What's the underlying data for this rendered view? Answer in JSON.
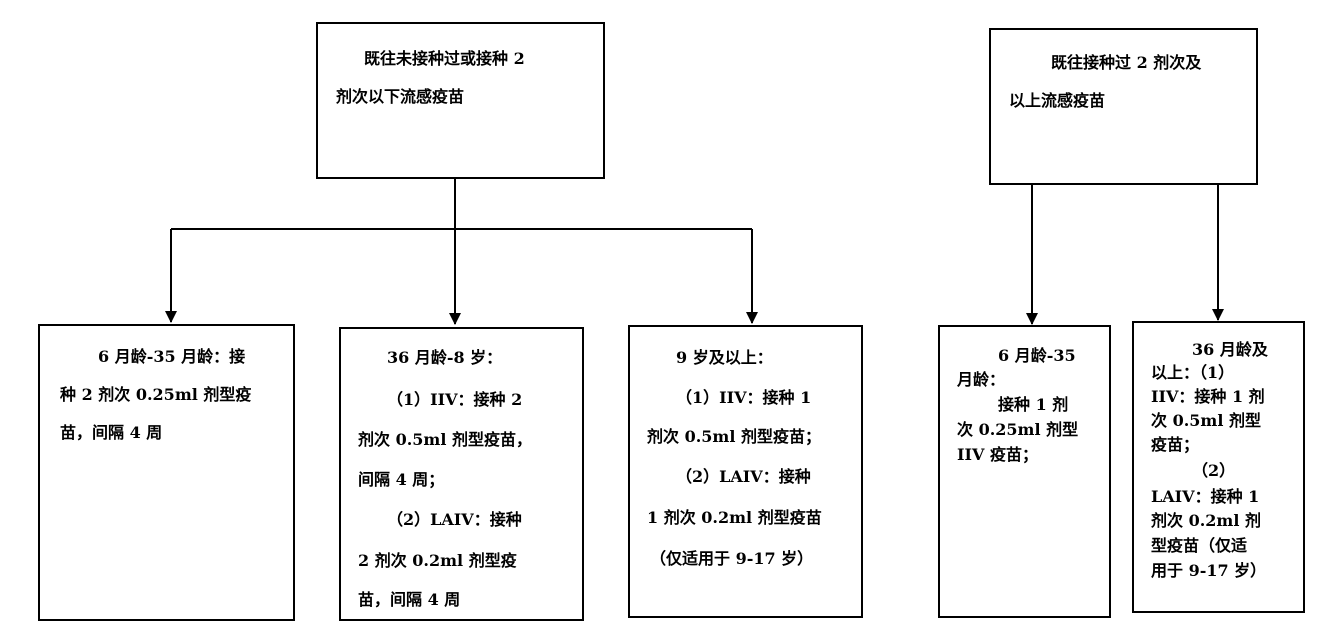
{
  "diagram": {
    "left_root": {
      "lines": [
        "既往未接种过或接种 2",
        "剂次以下流感疫苗"
      ]
    },
    "right_root": {
      "lines": [
        "既往接种过 2 剂次及",
        "以上流感疫苗"
      ]
    },
    "left_children": [
      {
        "lines": [
          "6 月龄-35 月龄：接",
          "种 2 剂次 0.25ml 剂型疫",
          "苗，间隔 4 周"
        ]
      },
      {
        "lines": [
          "36 月龄-8 岁：",
          "（1）IIV：接种 2",
          "剂次 0.5ml 剂型疫苗，",
          "间隔 4 周；",
          "（2）LAIV：接种",
          "2 剂次 0.2ml 剂型疫",
          "苗，间隔 4 周"
        ]
      },
      {
        "lines": [
          "9 岁及以上：",
          "（1）IIV：接种 1",
          "剂次 0.5ml 剂型疫苗；",
          "（2）LAIV：接种",
          "1 剂次 0.2ml 剂型疫苗",
          "（仅适用于 9-17 岁）"
        ]
      }
    ],
    "right_children": [
      {
        "lines": [
          "6 月龄-35",
          "月龄：",
          "接种 1 剂",
          "次 0.25ml 剂型",
          "IIV 疫苗；"
        ]
      },
      {
        "lines": [
          "36 月龄及",
          "以上：（1）",
          "IIV：接种 1 剂",
          "次 0.5ml 剂型",
          "疫苗；",
          "（2）",
          "LAIV：接种 1",
          "剂次 0.2ml 剂",
          "型疫苗（仅适",
          "用于 9-17 岁）"
        ]
      }
    ]
  }
}
